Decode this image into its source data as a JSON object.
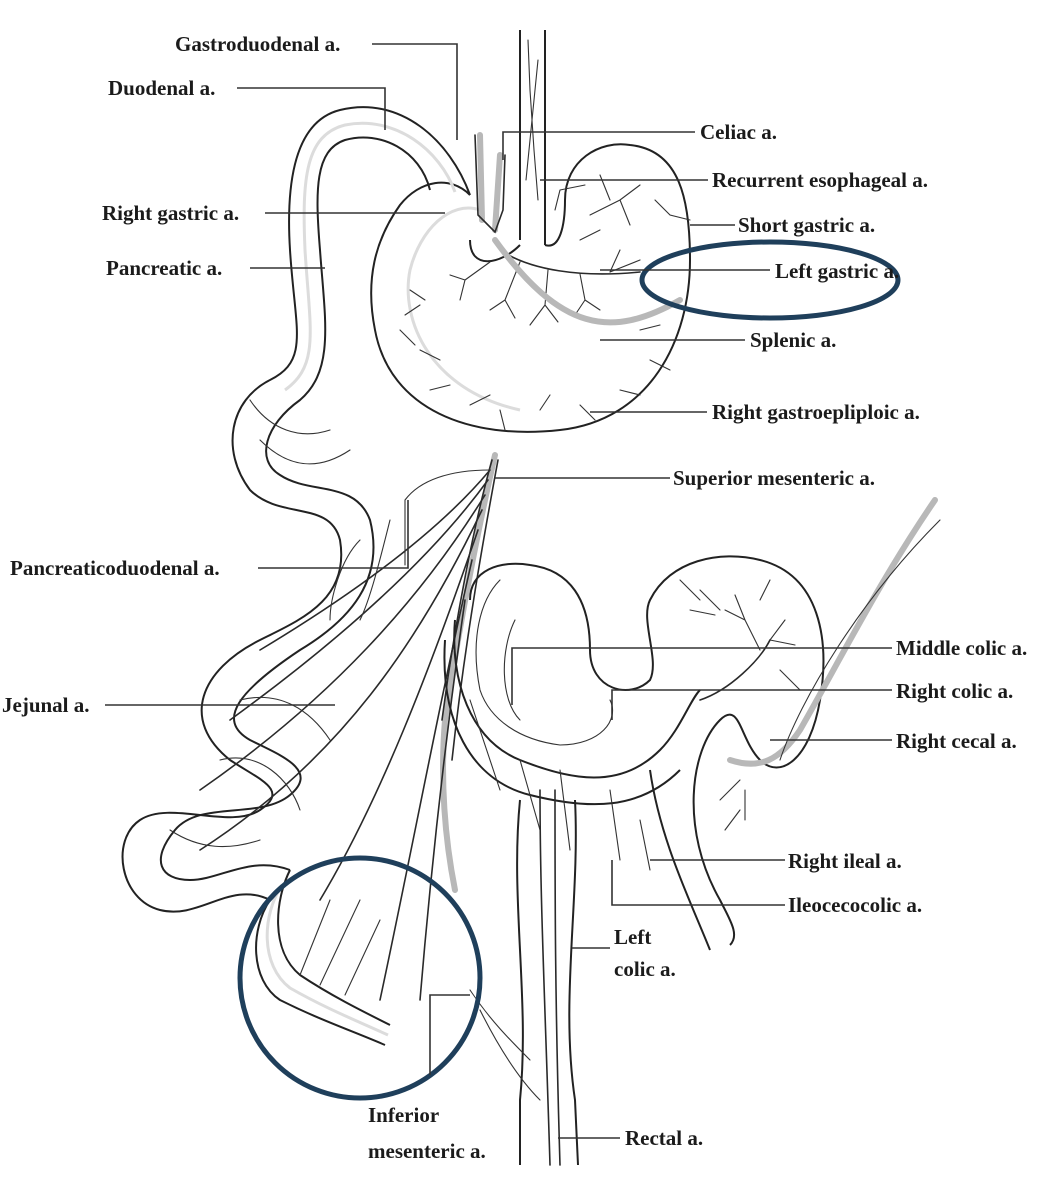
{
  "labels": {
    "gastroduodenal": "Gastroduodenal a.",
    "duodenal": "Duodenal a.",
    "celiac": "Celiac a.",
    "recurrent_esophageal": "Recurrent esophageal a.",
    "right_gastric": "Right gastric a.",
    "short_gastric": "Short gastric a.",
    "pancreatic": "Pancreatic a.",
    "left_gastric": "Left gastric a.",
    "splenic": "Splenic a.",
    "right_gastroepiploic": "Right gastroepliploic a.",
    "superior_mesenteric": "Superior mesenteric a.",
    "pancreaticoduodenal": "Pancreaticoduodenal a.",
    "middle_colic": "Middle colic a.",
    "right_colic": "Right colic a.",
    "jejunal": "Jejunal a.",
    "right_cecal": "Right cecal a.",
    "right_ileal": "Right ileal a.",
    "ileocecocolic": "Ileocecocolic a.",
    "left_colic_1": "Left",
    "left_colic_2": "colic a.",
    "inferior_mesenteric_1": "Inferior",
    "inferior_mesenteric_2": "mesenteric a.",
    "rectal": "Rectal a."
  },
  "highlights": {
    "color": "#1f3f5b",
    "circled_labels": [
      "Left gastric a.",
      "Inferior mesenteric a."
    ]
  }
}
